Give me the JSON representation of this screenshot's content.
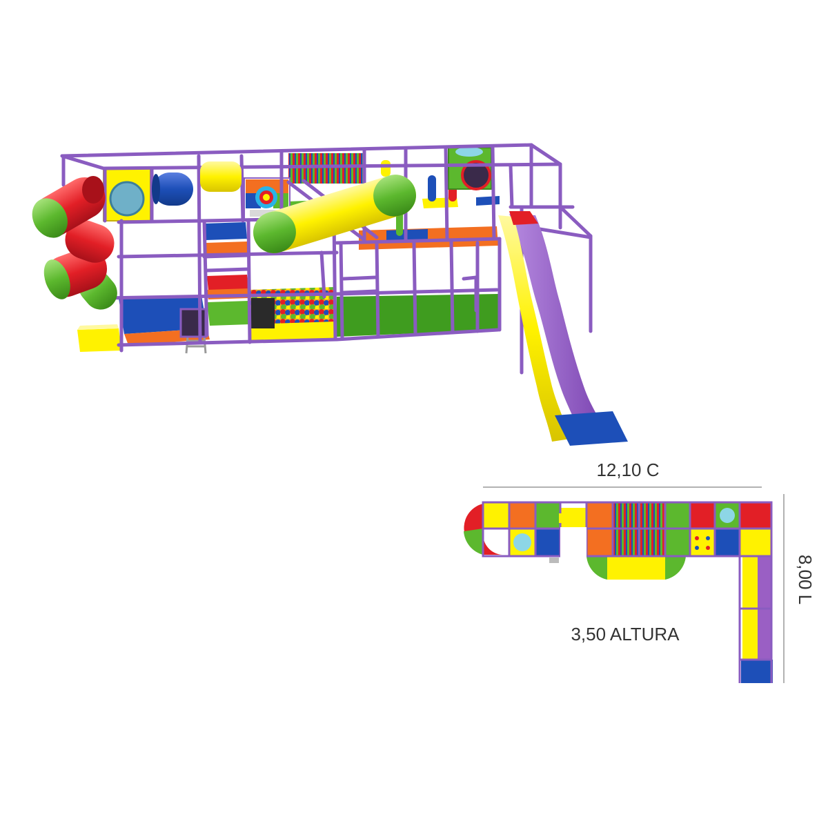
{
  "dimensions": {
    "length_label": "12,10 C",
    "width_label": "8,00 L",
    "height_label": "3,50 ALTURA"
  },
  "colors": {
    "frame": "#8a5cc0",
    "red": "#e21f26",
    "green": "#5cb82e",
    "yellow": "#fff200",
    "blue": "#1d4fb8",
    "orange": "#f36f21",
    "grass": "#3f9c1f",
    "slide_purple": "#9a5fc4"
  },
  "icons": {
    "play-structure": "playground-structure-illustration",
    "floor-plan": "floor-plan-diagram"
  }
}
